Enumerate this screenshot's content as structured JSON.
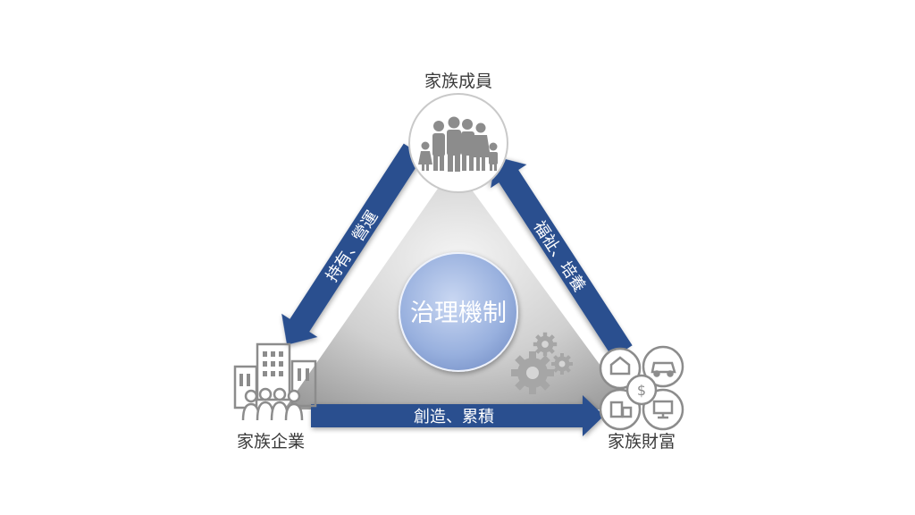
{
  "diagram": {
    "center_label": "治理機制",
    "nodes": {
      "top": {
        "label": "家族成員",
        "icon": "family-icon"
      },
      "left": {
        "label": "家族企業",
        "icon": "office-building-icon"
      },
      "right": {
        "label": "家族財富",
        "icon": "assets-icon"
      }
    },
    "edges": {
      "left": {
        "label": "持有、營運"
      },
      "right": {
        "label": "福祉、培養"
      },
      "bottom": {
        "label": "創造、累積"
      }
    },
    "colors": {
      "arrow": "#2c4f8f",
      "triangle_light": "#f0f0f0",
      "triangle_dark": "#9a9a9a",
      "icon_gray": "#8a8a8a",
      "center_fill": "#9cb4e0",
      "center_text": "#ffffff",
      "gear": "#a8a8a8"
    }
  }
}
